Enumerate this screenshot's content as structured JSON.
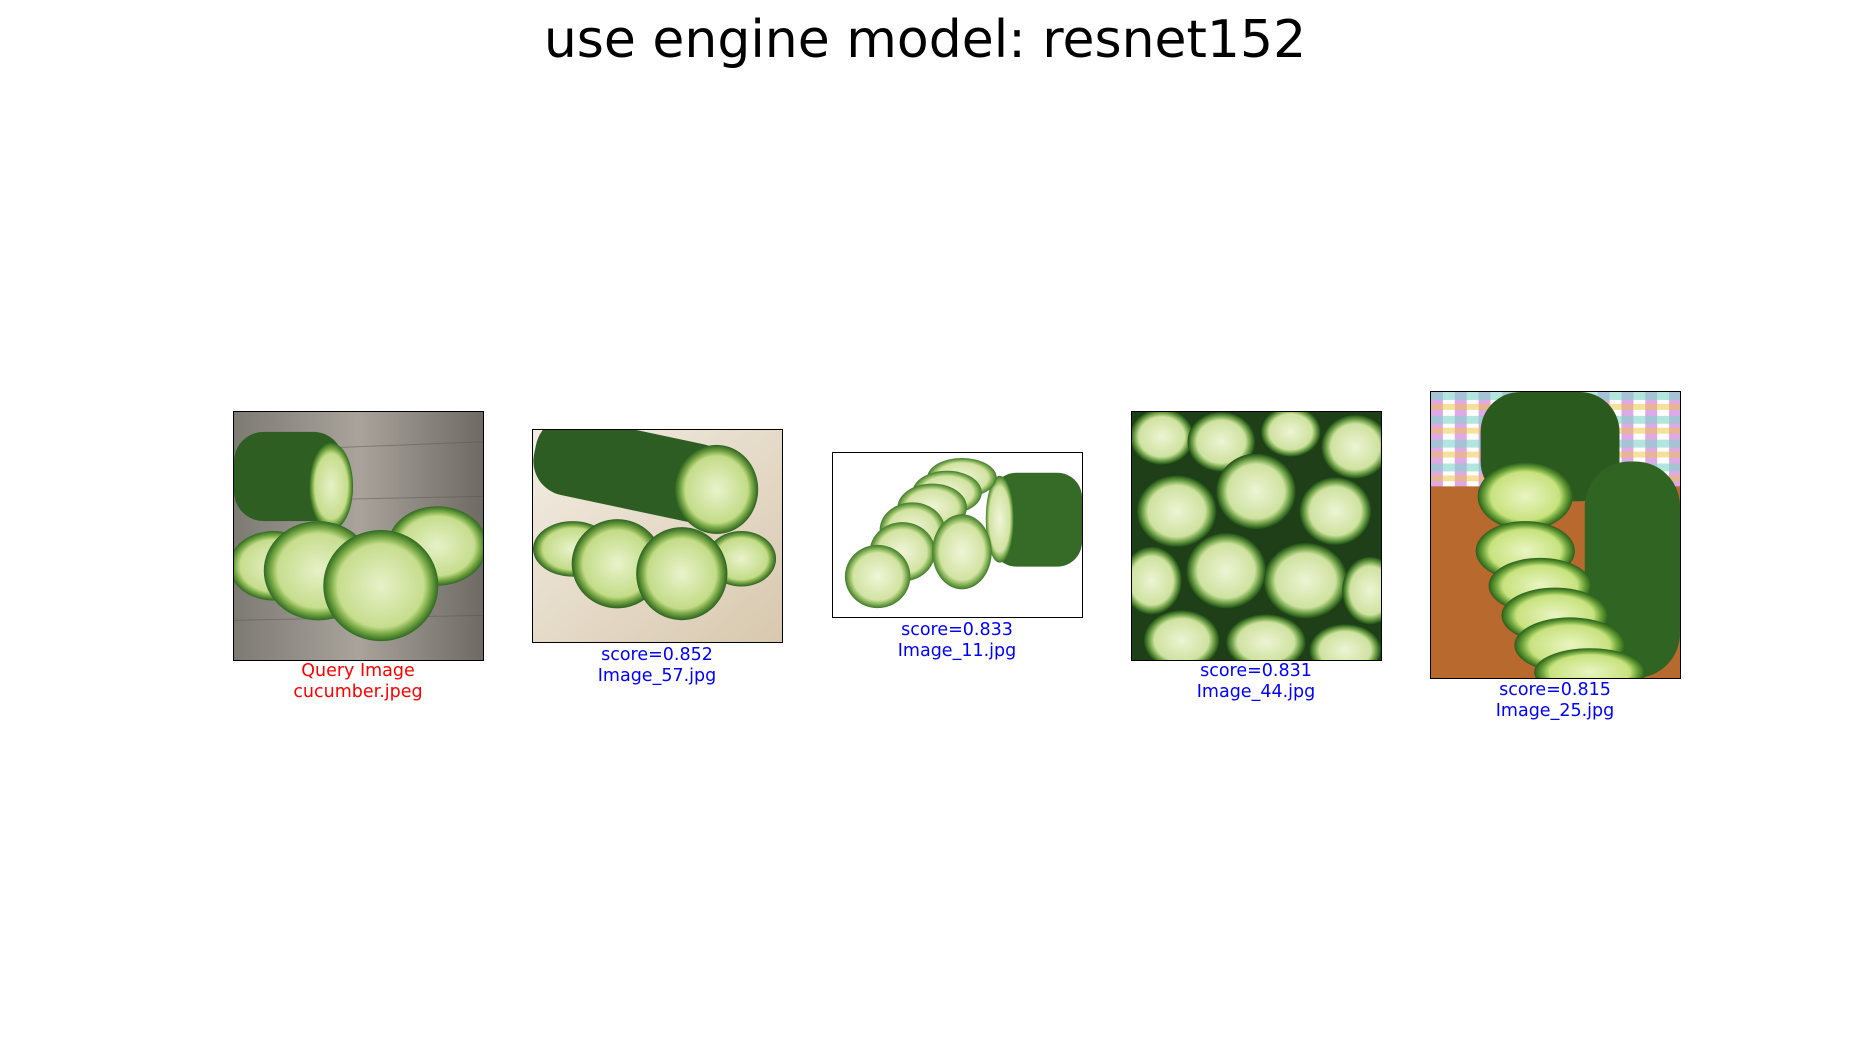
{
  "title": "use engine model: resnet152",
  "colors": {
    "query": "#ff0000",
    "result": "#0000ff"
  },
  "query": {
    "label": "Query Image",
    "filename": "cucumber.jpeg",
    "image": "cucumber-slices-on-wood"
  },
  "results": [
    {
      "score": "score=0.852",
      "filename": "Image_57.jpg",
      "image": "cucumber-slices-on-table"
    },
    {
      "score": "score=0.833",
      "filename": "Image_11.jpg",
      "image": "cucumber-slices-white-background"
    },
    {
      "score": "score=0.831",
      "filename": "Image_44.jpg",
      "image": "pile-of-cucumber-slices"
    },
    {
      "score": "score=0.815",
      "filename": "Image_25.jpg",
      "image": "cucumbers-on-cutting-board"
    }
  ]
}
